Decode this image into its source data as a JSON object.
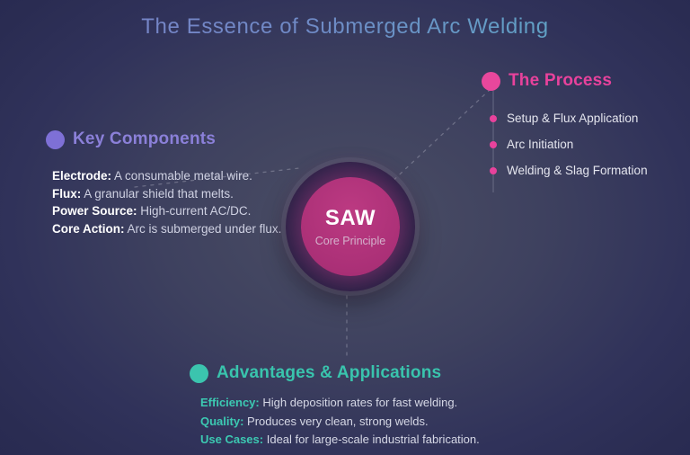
{
  "title": "The Essence of Submerged Arc Welding",
  "center_node": {
    "label": "SAW",
    "sublabel": "Core Principle"
  },
  "key_components": {
    "heading": "Key Components",
    "items": [
      {
        "label": "Electrode:",
        "text": "A consumable metal wire."
      },
      {
        "label": "Flux:",
        "text": "A granular shield that melts."
      },
      {
        "label": "Power Source:",
        "text": "High-current AC/DC."
      },
      {
        "label": "Core Action:",
        "text": "Arc is submerged under flux."
      }
    ]
  },
  "process": {
    "heading": "The Process",
    "steps": [
      "Setup & Flux Application",
      "Arc Initiation",
      "Welding & Slag Formation"
    ]
  },
  "advantages": {
    "heading": "Advantages & Applications",
    "items": [
      {
        "label": "Efficiency:",
        "text": "High deposition rates for fast welding."
      },
      {
        "label": "Quality:",
        "text": "Produces very clean, strong welds."
      },
      {
        "label": "Use Cases:",
        "text": "Ideal for large-scale industrial fabrication."
      }
    ]
  },
  "colors": {
    "background_center": "#4b4e64",
    "background_edge": "#272950",
    "title_gradient_start": "#7b81c8",
    "title_gradient_end": "#58aec4",
    "purple_accent": "#8b80d9",
    "pink_accent": "#e8429c",
    "teal_accent": "#39c4ad",
    "core_circle_fill": "#ab3077",
    "core_ring_fill": "#221c3e"
  }
}
